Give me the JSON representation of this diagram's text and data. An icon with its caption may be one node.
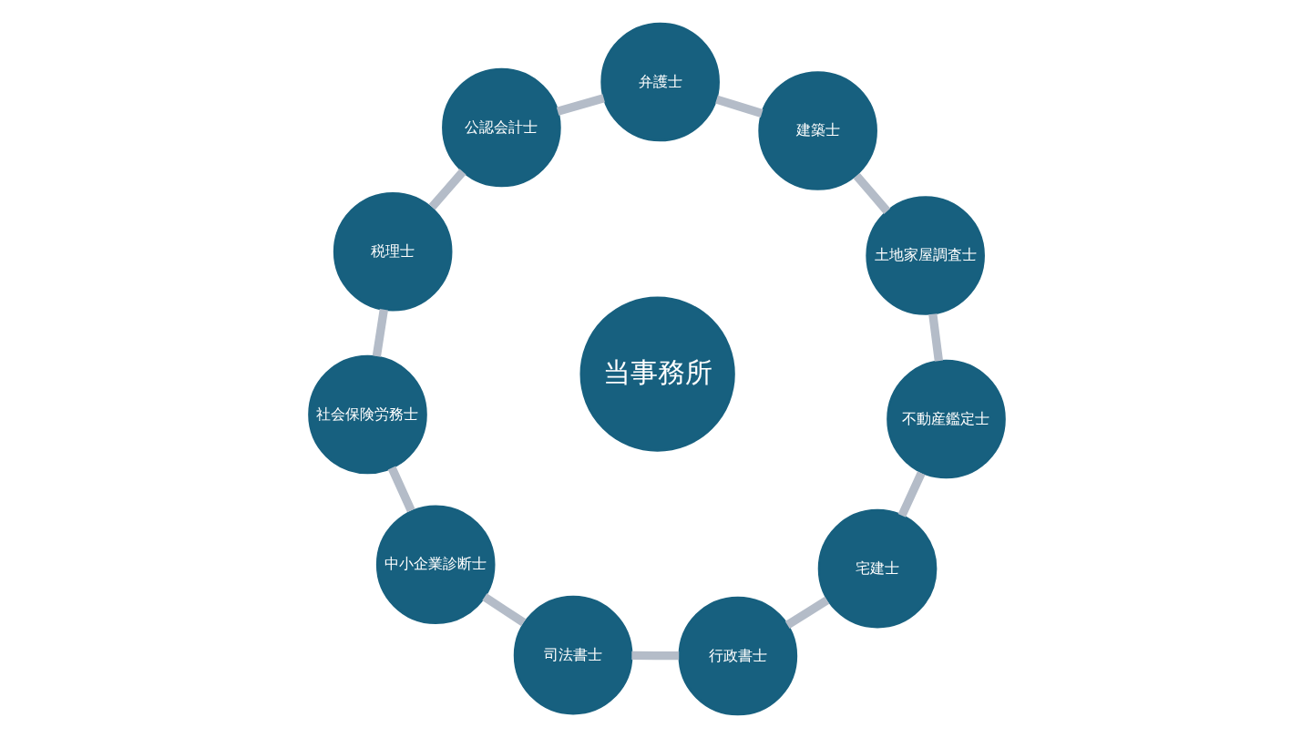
{
  "diagram": {
    "nodes": [
      {
        "text": [
          "当事務所"
        ]
      },
      {
        "text": [
          "弁護士"
        ]
      },
      {
        "text": [
          "公認会計士"
        ]
      },
      {
        "text": [
          "税理士"
        ]
      },
      {
        "text": [
          "社会保険労務士"
        ]
      },
      {
        "text": [
          "中小企業診断士"
        ]
      },
      {
        "text": [
          "司法書士"
        ]
      },
      {
        "text": [
          "行政書士"
        ]
      },
      {
        "text": [
          "宅建士"
        ]
      },
      {
        "text": [
          "不動産鑑定士"
        ]
      },
      {
        "text": [
          "土地家屋調査士"
        ]
      },
      {
        "text": [
          "建築士"
        ]
      }
    ],
    "edges": [
      {
        "from": 1,
        "to": 2,
        "arrow": "none"
      },
      {
        "from": 2,
        "to": 3,
        "arrow": "none"
      },
      {
        "from": 3,
        "to": 4,
        "arrow": "none"
      },
      {
        "from": 4,
        "to": 5,
        "arrow": "none"
      },
      {
        "from": 5,
        "to": 6,
        "arrow": "none"
      },
      {
        "from": 6,
        "to": 7,
        "arrow": "none"
      },
      {
        "from": 7,
        "to": 8,
        "arrow": "none"
      },
      {
        "from": 8,
        "to": 9,
        "arrow": "none"
      },
      {
        "from": 9,
        "to": 10,
        "arrow": "none"
      },
      {
        "from": 10,
        "to": 11,
        "arrow": "none"
      },
      {
        "from": 11,
        "to": 1,
        "arrow": "none"
      }
    ]
  }
}
